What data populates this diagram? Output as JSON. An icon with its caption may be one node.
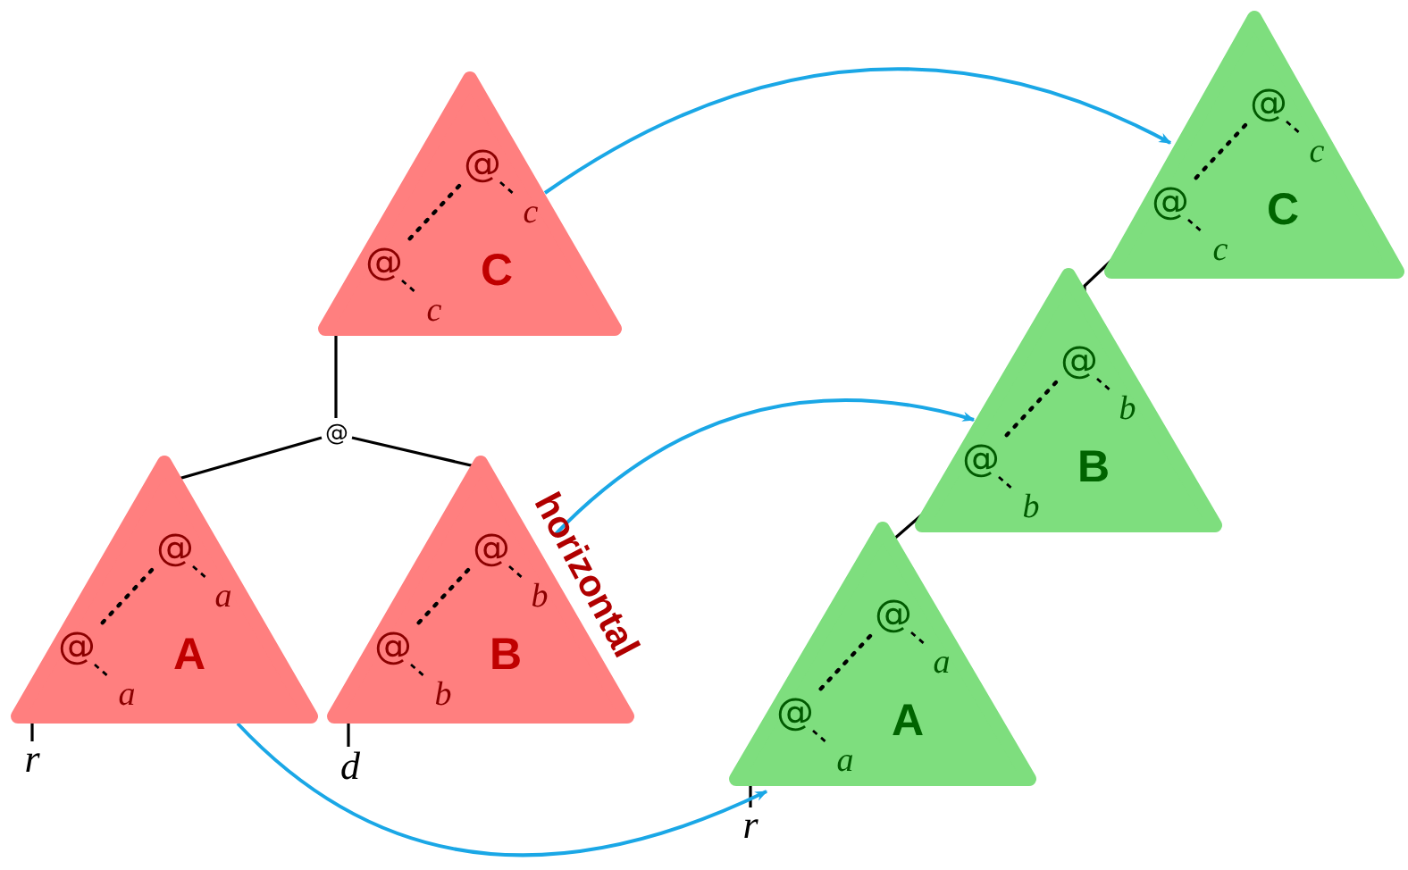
{
  "diagram": {
    "nodes": [
      {
        "text": [
          "@",
          "c",
          "@",
          "c",
          "C"
        ]
      },
      {
        "text": [
          "@",
          "c",
          "@",
          "c",
          "C"
        ]
      },
      {
        "text": [
          "@"
        ]
      },
      {
        "text": [
          "@",
          "b",
          "@",
          "b",
          "B"
        ]
      },
      {
        "text": [
          "@",
          "a",
          "@",
          "a",
          "A"
        ]
      },
      {
        "text": [
          "@",
          "b",
          "@",
          "b",
          "B"
        ]
      },
      {
        "text": [
          "@",
          "a",
          "@",
          "a",
          "A"
        ]
      },
      {
        "text": [
          "r"
        ]
      },
      {
        "text": [
          "d"
        ]
      },
      {
        "text": [
          "r"
        ]
      }
    ],
    "edges": [
      {
        "from": 2,
        "to": 0,
        "arrow": "none"
      },
      {
        "from": 2,
        "to": 4,
        "arrow": "none"
      },
      {
        "from": 2,
        "to": 5,
        "arrow": "none"
      },
      {
        "from": 4,
        "to": 7,
        "arrow": "none"
      },
      {
        "from": 5,
        "to": 8,
        "arrow": "none"
      },
      {
        "from": 1,
        "to": 3,
        "arrow": "none"
      },
      {
        "from": 3,
        "to": 6,
        "arrow": "none"
      },
      {
        "from": 6,
        "to": 9,
        "arrow": "none"
      },
      {
        "from": 0,
        "to": 1,
        "arrow": "to",
        "color": "#1aa7e6"
      },
      {
        "from": 5,
        "to": 3,
        "arrow": "to",
        "color": "#1aa7e6"
      },
      {
        "from": 4,
        "to": 9,
        "arrow": "to",
        "color": "#1aa7e6"
      }
    ],
    "labels": [
      "horizontal"
    ]
  }
}
